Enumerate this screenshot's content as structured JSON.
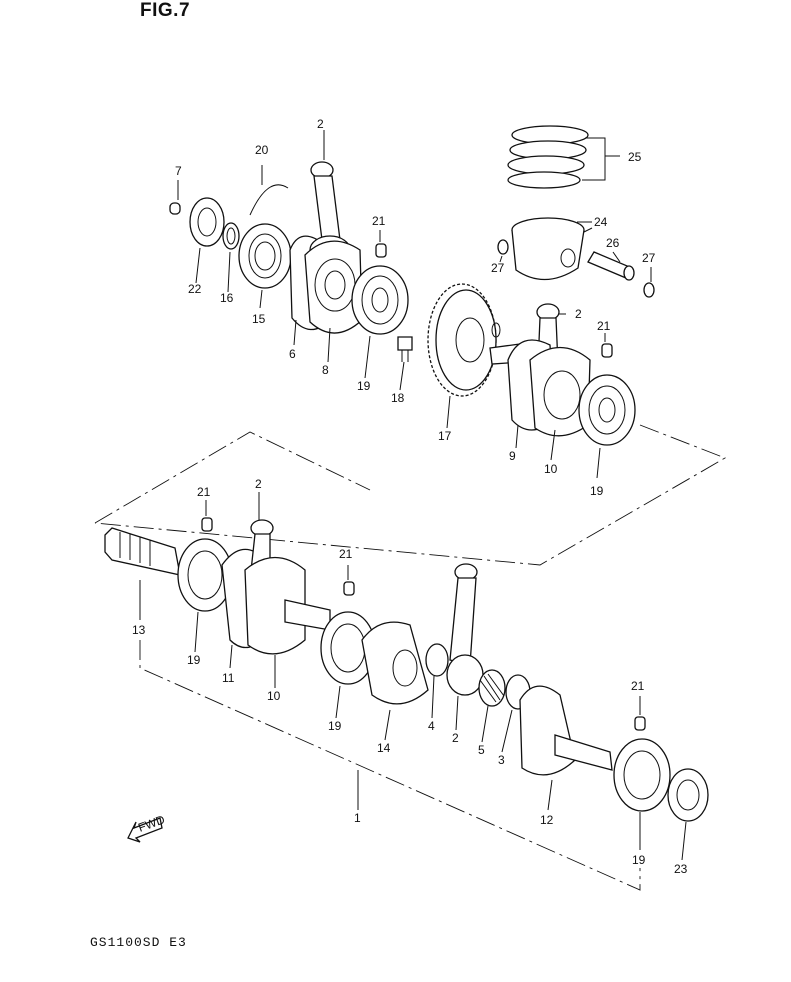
{
  "figure": {
    "title": "FIG.7",
    "model": "GS1100SD  E3"
  },
  "fwd_label": "FWD",
  "callouts": [
    {
      "id": "c-7a",
      "text": "7"
    },
    {
      "id": "c-20",
      "text": "20"
    },
    {
      "id": "c-2a",
      "text": "2"
    },
    {
      "id": "c-25",
      "text": "25"
    },
    {
      "id": "c-24",
      "text": "24"
    },
    {
      "id": "c-21a",
      "text": "21"
    },
    {
      "id": "c-27a",
      "text": "27"
    },
    {
      "id": "c-26",
      "text": "26"
    },
    {
      "id": "c-27b",
      "text": "27"
    },
    {
      "id": "c-22",
      "text": "22"
    },
    {
      "id": "c-16",
      "text": "16"
    },
    {
      "id": "c-15",
      "text": "15"
    },
    {
      "id": "c-6",
      "text": "6"
    },
    {
      "id": "c-8",
      "text": "8"
    },
    {
      "id": "c-19a",
      "text": "19"
    },
    {
      "id": "c-18",
      "text": "18"
    },
    {
      "id": "c-2b",
      "text": "2"
    },
    {
      "id": "c-21b",
      "text": "21"
    },
    {
      "id": "c-17",
      "text": "17"
    },
    {
      "id": "c-9",
      "text": "9"
    },
    {
      "id": "c-10a",
      "text": "10"
    },
    {
      "id": "c-19b",
      "text": "19"
    },
    {
      "id": "c-21c",
      "text": "21"
    },
    {
      "id": "c-2c",
      "text": "2"
    },
    {
      "id": "c-21d",
      "text": "21"
    },
    {
      "id": "c-13",
      "text": "13"
    },
    {
      "id": "c-19c",
      "text": "19"
    },
    {
      "id": "c-11",
      "text": "11"
    },
    {
      "id": "c-10b",
      "text": "10"
    },
    {
      "id": "c-19d",
      "text": "19"
    },
    {
      "id": "c-14",
      "text": "14"
    },
    {
      "id": "c-4",
      "text": "4"
    },
    {
      "id": "c-2d",
      "text": "2"
    },
    {
      "id": "c-5",
      "text": "5"
    },
    {
      "id": "c-3",
      "text": "3"
    },
    {
      "id": "c-21e",
      "text": "21"
    },
    {
      "id": "c-12",
      "text": "12"
    },
    {
      "id": "c-1",
      "text": "1"
    },
    {
      "id": "c-19e",
      "text": "19"
    },
    {
      "id": "c-23",
      "text": "23"
    }
  ]
}
